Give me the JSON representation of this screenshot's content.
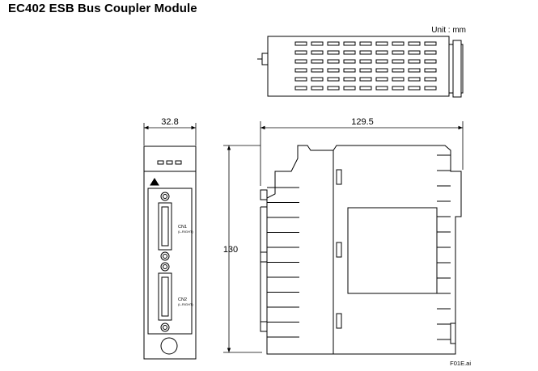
{
  "title": "EC402 ESB Bus Coupler Module",
  "unit_note": "Unit : mm",
  "dimensions": {
    "width": "32.8",
    "depth": "129.5",
    "height": "130"
  },
  "connectors": {
    "cn1": "CN1",
    "cn1_sub": "(L-RIGHT)",
    "cn2": "CN2",
    "cn2_sub": "(L-RIGHT)"
  },
  "figure_id": "F01E.ai"
}
